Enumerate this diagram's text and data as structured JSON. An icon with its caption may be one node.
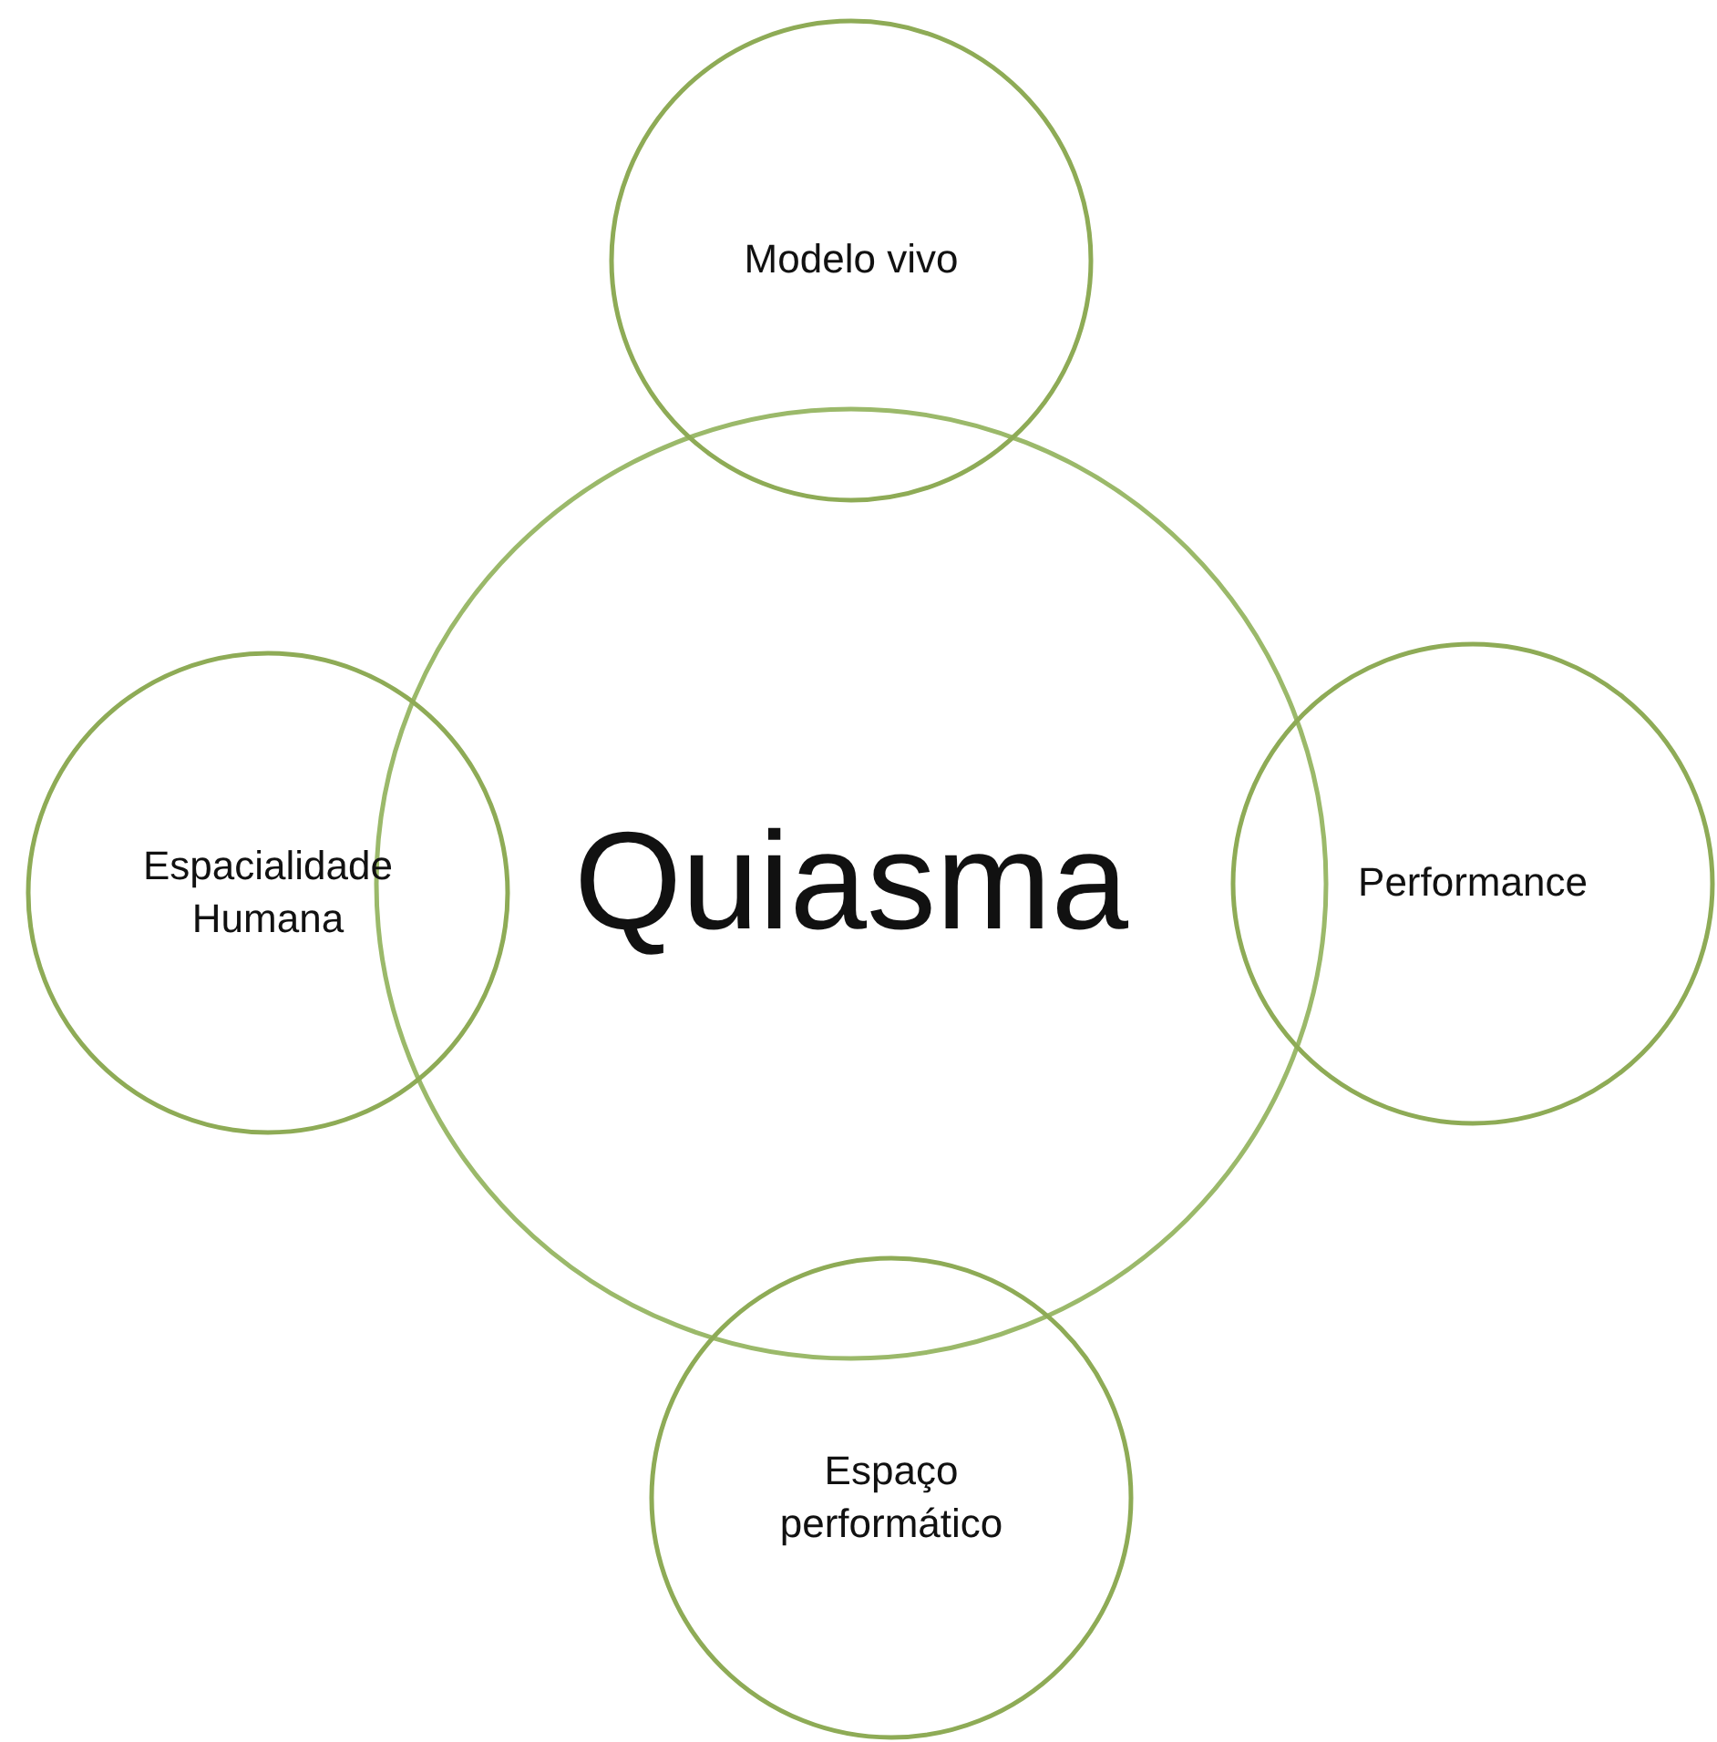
{
  "diagram": {
    "nodes": [
      {
        "text": [
          "Quiasma"
        ]
      },
      {
        "text": [
          "Modelo vivo"
        ]
      },
      {
        "text": [
          "Espacialidade Humana"
        ]
      },
      {
        "text": [
          "Performance"
        ]
      },
      {
        "text": [
          "Espaço performático"
        ]
      }
    ],
    "edges": []
  }
}
